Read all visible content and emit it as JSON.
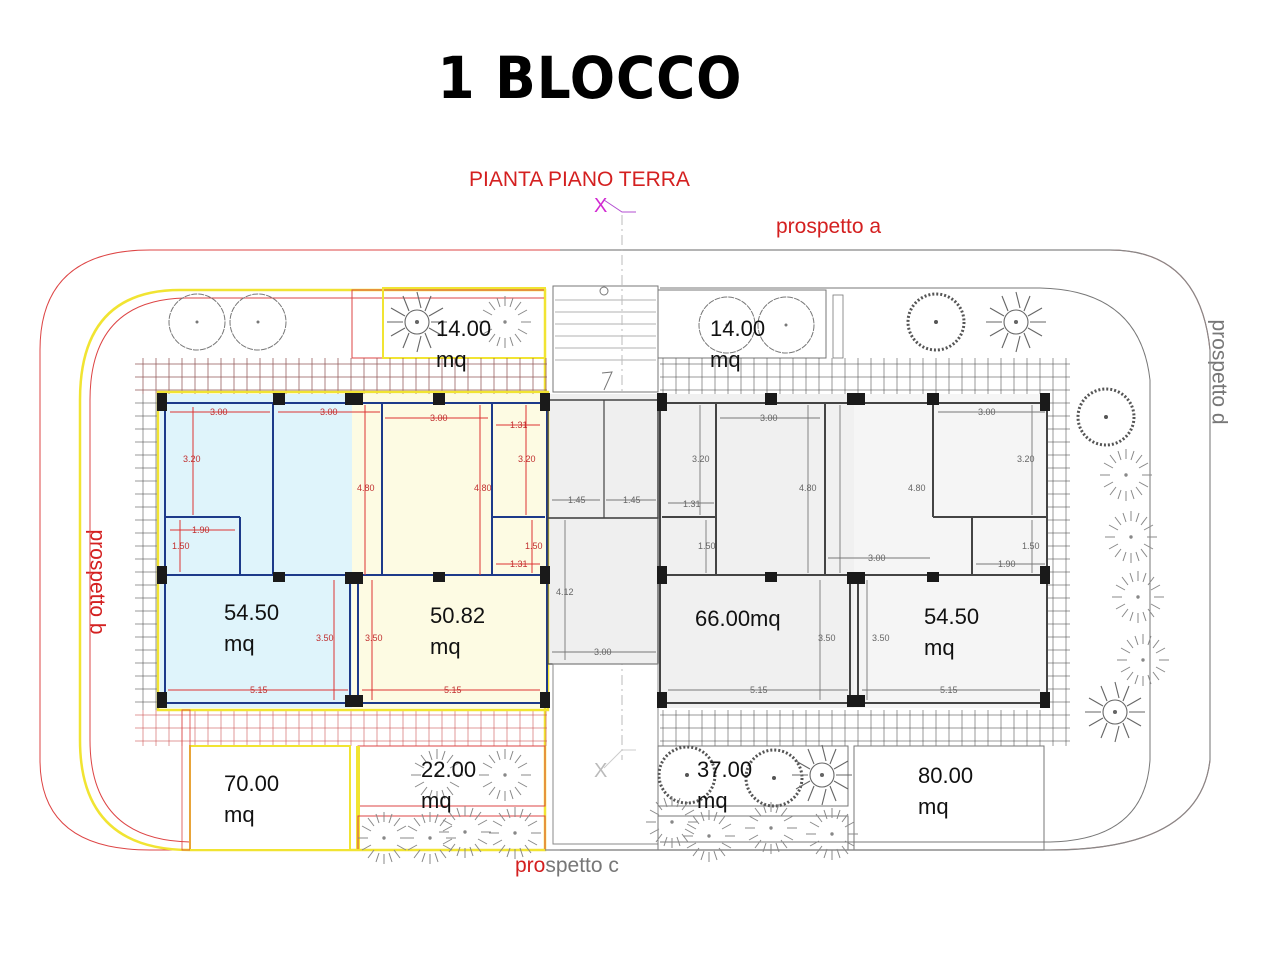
{
  "title": "1 BLOCCO",
  "subtitle": "PIANTA PIANO TERRA",
  "section_marker": "X",
  "elevations": {
    "a": "prospetto a",
    "b": "prospetto b",
    "c_red": "pro",
    "c_gray": "spetto c",
    "d": "prospetto d"
  },
  "colors": {
    "unit1_fill": "#dff4fb",
    "unit2_fill": "#fdfbe3",
    "gray_fill": "#eeeeee",
    "red_line": "#d42020",
    "yellow_line": "#f1e432",
    "wall": "#333333"
  },
  "units": [
    {
      "id": "unit-1",
      "area_value": "54.50",
      "area_unit": "mq",
      "fill": "blue"
    },
    {
      "id": "unit-2",
      "area_value": "50.82",
      "area_unit": "mq",
      "fill": "yellow"
    },
    {
      "id": "unit-3",
      "area_value": "66.00mq",
      "area_unit": "",
      "fill": "gray"
    },
    {
      "id": "unit-4",
      "area_value": "54.50",
      "area_unit": "mq",
      "fill": "gray"
    }
  ],
  "gardens": {
    "top_left": {
      "value": "14.00",
      "unit": "mq"
    },
    "top_right": {
      "value": "14.00",
      "unit": "mq"
    },
    "bottom_1": {
      "value": "70.00",
      "unit": "mq"
    },
    "bottom_2": {
      "value": "22.00",
      "unit": "mq"
    },
    "bottom_3": {
      "value": "37.00",
      "unit": "mq"
    },
    "bottom_4": {
      "value": "80.00",
      "unit": "mq"
    }
  },
  "dimensions": {
    "u1_w1": "3.00",
    "u1_w2": "3.00",
    "u1_h_bed": "3.20",
    "u1_h_liv": "4.80",
    "u1_bath_w": "1.90",
    "u1_bath_h": "1.50",
    "u1_bot_h": "3.50",
    "u1_bot_w": "5.15",
    "u2_w": "3.00",
    "u2_side_w": "1.31",
    "u2_side_h": "3.20",
    "u2_h": "4.80",
    "u2_bath_h": "1.50",
    "u2_bath_w": "1.31",
    "u2_bot_h": "3.50",
    "u2_bot_w": "5.15",
    "stair_w1": "1.45",
    "stair_w2": "1.45",
    "stair_h": "4.12",
    "stair_w": "3.00",
    "u3_side_h": "3.20",
    "u3_side_w": "1.31",
    "u3_bath_h": "1.50",
    "u3_w": "3.00",
    "u3_h": "4.80",
    "u3_bot_h": "3.50",
    "u3_bot_w": "5.15",
    "u4_h": "4.80",
    "u4_w_low": "3.00",
    "u4_w": "3.00",
    "u4_h_bed": "3.20",
    "u4_bath_h": "1.50",
    "u4_bath_w": "1.90",
    "u4_bot_h": "3.50",
    "u4_bot_w": "5.15"
  }
}
